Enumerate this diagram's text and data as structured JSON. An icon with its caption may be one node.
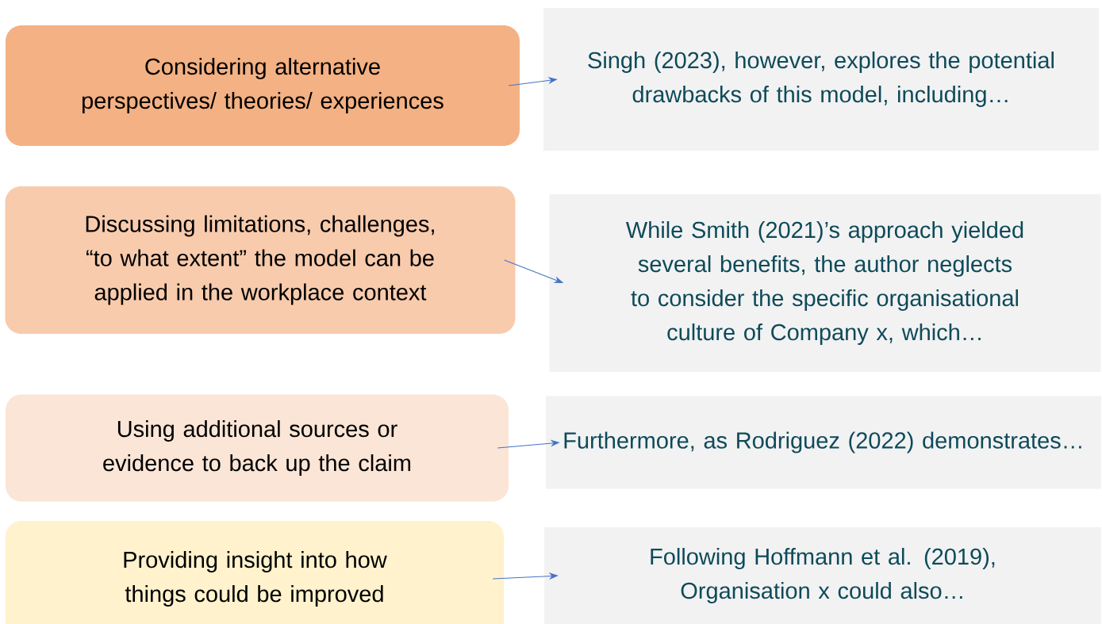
{
  "diagram": {
    "nodes": [
      {
        "text": [
          "Considering alternative perspectives/ theories/ experiences"
        ]
      },
      {
        "text": [
          "Singh (2023), however, explores the potential drawbacks of this model, including…"
        ]
      },
      {
        "text": [
          "Discussing limitations, challenges, “to what extent” the model can be applied in the workplace context"
        ]
      },
      {
        "text": [
          "While Smith (2021)’s approach yielded several benefits, the author neglects to consider the specific organisational culture of Company x, which…"
        ]
      },
      {
        "text": [
          "Using additional sources or evidence to back up the claim"
        ]
      },
      {
        "text": [
          "Furthermore, as Rodriguez (2022) demonstrates…"
        ]
      },
      {
        "text": [
          "Providing insight into how things could be improved"
        ]
      },
      {
        "text": [
          "Following Hoffmann et al. (2019), Organisation x could also…"
        ]
      }
    ],
    "edges": [
      {
        "from": 0,
        "to": 1,
        "arrow": "to"
      },
      {
        "from": 2,
        "to": 3,
        "arrow": "to"
      },
      {
        "from": 4,
        "to": 5,
        "arrow": "to"
      },
      {
        "from": 6,
        "to": 7,
        "arrow": "to"
      }
    ]
  }
}
